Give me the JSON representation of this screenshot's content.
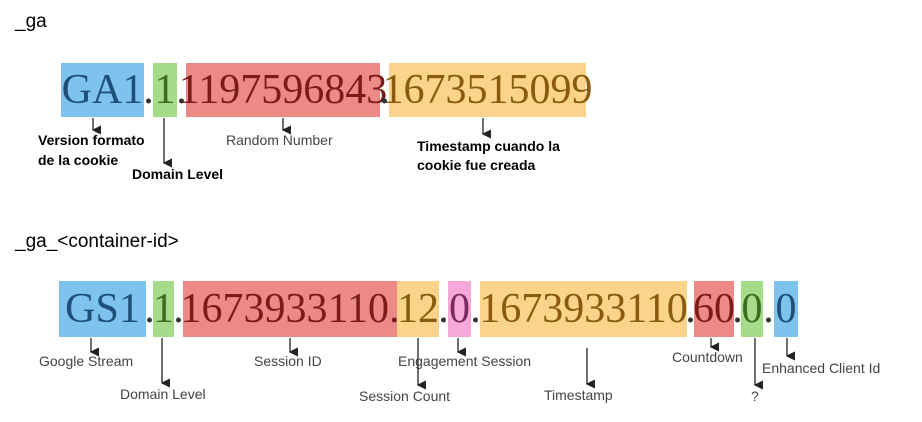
{
  "section1": {
    "heading": "_ga",
    "segments": [
      {
        "text": "GA1",
        "color": "blue"
      },
      {
        "text": ".",
        "color": "dot"
      },
      {
        "text": "1",
        "color": "green"
      },
      {
        "text": ".",
        "color": "dot"
      },
      {
        "text": "1197596843",
        "color": "red"
      },
      {
        "text": ".",
        "color": "dot"
      },
      {
        "text": "1673515099",
        "color": "orange"
      }
    ],
    "labels": {
      "version_line1": "Version formato",
      "version_line2": "de la cookie",
      "domain_level": "Domain Level",
      "random_number": "Random Number",
      "timestamp_line1": "Timestamp cuando la",
      "timestamp_line2": "cookie fue creada"
    }
  },
  "section2": {
    "heading": "_ga_<container-id>",
    "segments": [
      {
        "text": "GS1",
        "color": "blue"
      },
      {
        "text": ".",
        "color": "dot"
      },
      {
        "text": "1",
        "color": "green"
      },
      {
        "text": ".",
        "color": "dot"
      },
      {
        "text": "1673933110.",
        "color": "red"
      },
      {
        "text": "12",
        "color": "orange"
      },
      {
        "text": ".",
        "color": "dot"
      },
      {
        "text": "0",
        "color": "pink"
      },
      {
        "text": ".",
        "color": "dot"
      },
      {
        "text": "1673933110",
        "color": "orange"
      },
      {
        "text": ".",
        "color": "dot"
      },
      {
        "text": "60",
        "color": "red"
      },
      {
        "text": ".",
        "color": "dot"
      },
      {
        "text": "0",
        "color": "green"
      },
      {
        "text": ".",
        "color": "dot"
      },
      {
        "text": "0",
        "color": "blue"
      }
    ],
    "labels": {
      "google_stream": "Google Stream",
      "domain_level": "Domain Level",
      "session_id": "Session ID",
      "engagement_session": "Engagement Session",
      "session_count": "Session Count",
      "timestamp": "Timestamp",
      "countdown": "Countdown",
      "question": "?",
      "enhanced_client_id": "Enhanced Client Id"
    }
  },
  "colors": {
    "blue": "#7dc3ee",
    "green": "#a6db8a",
    "red": "#ee8a86",
    "orange": "#fbd38a",
    "pink": "#f6a8d8"
  }
}
